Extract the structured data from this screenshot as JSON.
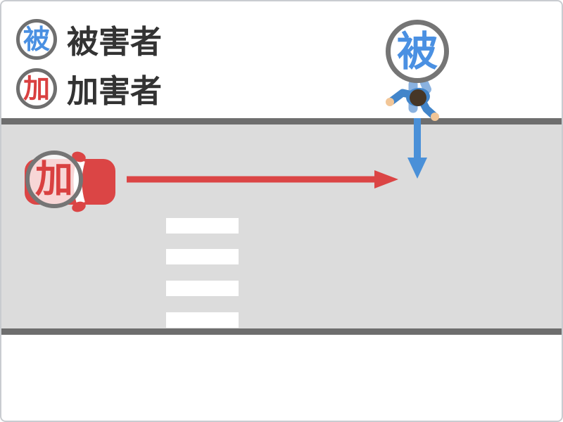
{
  "legend": {
    "victim": {
      "badge_char": "被",
      "label": "被害者"
    },
    "perpetrator": {
      "badge_char": "加",
      "label": "加害者"
    }
  },
  "scene": {
    "car_badge_char": "加",
    "pedestrian_badge_char": "被"
  },
  "colors": {
    "victim_blue": "#4a90e2",
    "perpetrator_red": "#db4545",
    "road_surface_gray": "#dcdcdc",
    "road_border_gray": "#6e6e6e",
    "badge_ring_gray": "#757575",
    "crosswalk_white": "#ffffff",
    "pedestrian_body_blue": "#4285ca",
    "pedestrian_swing_blue": "#8ab2e0",
    "pedestrian_skin": "#f2c697",
    "pedestrian_head_brown": "#463626",
    "legend_text": "#333333"
  }
}
